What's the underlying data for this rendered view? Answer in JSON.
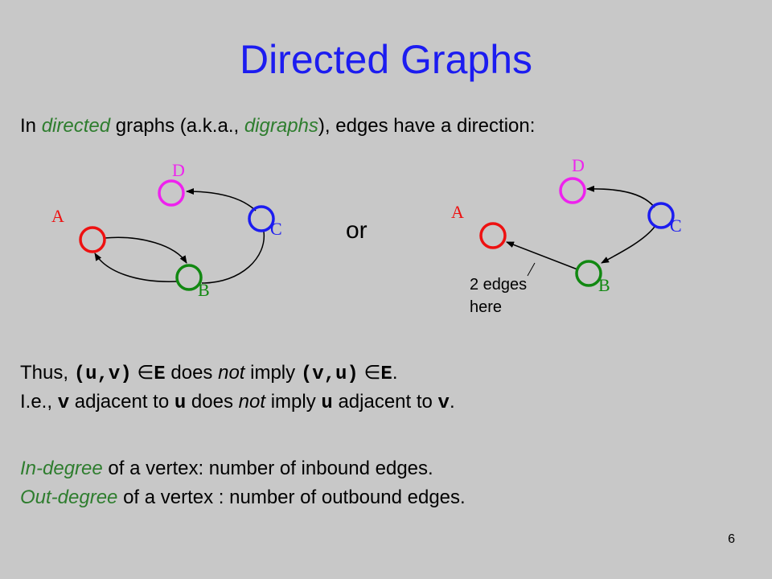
{
  "title": "Directed Graphs",
  "intro": {
    "prefix": "In ",
    "term1": "directed",
    "mid": " graphs (a.k.a., ",
    "term2": "digraphs",
    "suffix": "), edges have a direction:"
  },
  "graph_left": {
    "labels": {
      "a": "A",
      "b": "B",
      "c": "C",
      "d": "D"
    }
  },
  "or_text": "or",
  "graph_right": {
    "labels": {
      "a": "A",
      "b": "B",
      "c": "C",
      "d": "D"
    },
    "note_line1": "2 edges",
    "note_line2": "here"
  },
  "thus_line": {
    "t1": "Thus, ",
    "c1": "(u,v)",
    "t2": " ∈",
    "c2": "E",
    "t3": " does ",
    "e1": "not",
    "t4": "  imply ",
    "c3": "(v,u)",
    "t5": " ∈",
    "c4": "E",
    "t6": "."
  },
  "ie_line": {
    "t1": "I.e., ",
    "c1": "v",
    "t2": " adjacent to ",
    "c2": "u",
    "t3": " does ",
    "e1": "not",
    "t4": " imply ",
    "c3": "u",
    "t5": " adjacent to ",
    "c4": "v",
    "t6": "."
  },
  "indegree_line": {
    "term": "In-degree",
    "rest": " of a vertex:  number of inbound edges."
  },
  "outdegree_line": {
    "term": "Out-degree",
    "rest": " of a vertex : number of outbound edges."
  },
  "page_number": "6",
  "colors": {
    "title": "#1c1cf0",
    "term": "#2e7d2e",
    "node_a": "#ee1111",
    "node_b": "#118811",
    "node_c": "#1c1cf0",
    "node_d": "#ee22ee"
  }
}
